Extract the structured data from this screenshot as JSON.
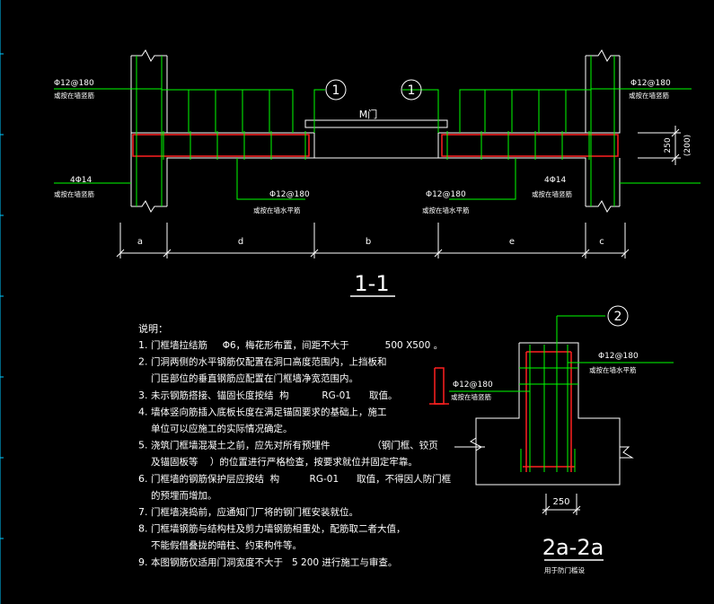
{
  "section_main": {
    "title": "1-1",
    "door_label": "M门",
    "marker": "1",
    "rebar_top_left": "Φ12@180",
    "rebar_top_left_note": "或按在墙竖筋",
    "rebar_top_right": "Φ12@180",
    "rebar_top_right_note": "或按在墙竖筋",
    "rebar_bottom_left": "4Φ14",
    "rebar_bottom_left_note": "或按在墙竖筋",
    "rebar_bottom_right": "4Φ14",
    "rebar_bottom_right_note": "或按在墙竖筋",
    "rebar_mid_left": "Φ12@180",
    "rebar_mid_left_note": "或按在墙水平筋",
    "rebar_mid_right": "Φ12@180",
    "rebar_mid_right_note": "或按在墙水平筋",
    "dim_height": "250",
    "dim_height_alt": "(200)",
    "dims": [
      "a",
      "d",
      "b",
      "e",
      "c"
    ]
  },
  "section_2a": {
    "title": "2a-2a",
    "subtitle": "用于防门槛设",
    "marker": "2",
    "rebar_right": "Φ12@180",
    "rebar_right_note": "或按在墙水平筋",
    "rebar_left": "Φ12@180",
    "rebar_left_note": "或按在墙竖筋",
    "dim_width": "250"
  },
  "notes": {
    "heading": "说明：",
    "items": [
      {
        "num": "1.",
        "text": "门框墙拉结筋     Φ6，梅花形布置，间距不大于            500 X500 。"
      },
      {
        "num": "2.",
        "text": "门洞两侧的水平钢筋仅配置在洞口高度范围内，上挡板和"
      },
      {
        "num": "",
        "text": "门臣部位的垂直钢筋应配置在门框墙净宽范围内。"
      },
      {
        "num": "3.",
        "text": "未示钢筋搭接、锚固长度按结  构           RG-01      取值。"
      },
      {
        "num": "4.",
        "text": "墙体竖向筋插入底板长度在满足锚固要求的基础上，施工"
      },
      {
        "num": "",
        "text": "单位可以应施工的实际情况确定。"
      },
      {
        "num": "5.",
        "text": "浇筑门框墙混凝土之前，应先对所有预埋件              （钢门框、铰页"
      },
      {
        "num": "",
        "text": "及锚固板等    ）的位置进行严格检查，按要求就位并固定牢靠。"
      },
      {
        "num": "6.",
        "text": "门框墙的钢筋保护层应按结  构          RG-01      取值，不得因人防门框"
      },
      {
        "num": "",
        "text": "的预埋而增加。"
      },
      {
        "num": "7.",
        "text": "门框墙浇捣前，应通知门厂将的钢门框安装就位。"
      },
      {
        "num": "8.",
        "text": "门框墙钢筋与结构柱及剪力墙钢筋相重处，配筋取二者大值，"
      },
      {
        "num": "",
        "text": "不能假借叠拢的暗柱、约束构件等。"
      },
      {
        "num": "9.",
        "text": "本图钢筋仅适用门洞宽度不大于   5 200 进行施工与审查。"
      }
    ]
  },
  "colors": {
    "background": "#000000",
    "lines": "#ffffff",
    "rebar_green": "#00ff00",
    "rebar_red": "#ff2020",
    "leader_green": "#00ff00"
  }
}
